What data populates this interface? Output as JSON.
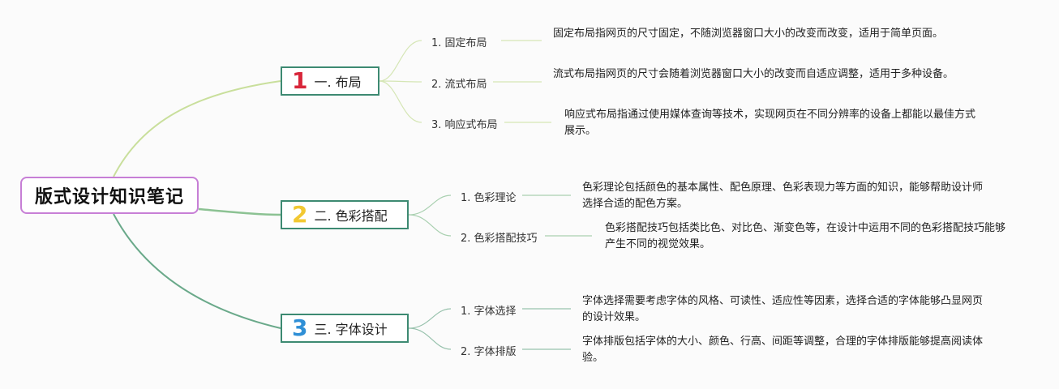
{
  "root": {
    "title": "版式设计知识笔记"
  },
  "branches": [
    {
      "number": "1",
      "number_color": "#d8263a",
      "title": "一. 布局",
      "items": [
        {
          "label": "1. 固定布局",
          "desc": "固定布局指网页的尺寸固定，不随浏览器窗口大小的改变而改变，适用于简单页面。"
        },
        {
          "label": "2. 流式布局",
          "desc": "流式布局指网页的尺寸会随着浏览器窗口大小的改变而自适应调整，适用于多种设备。"
        },
        {
          "label": "3. 响应式布局",
          "desc": "响应式布局指通过使用媒体查询等技术，实现网页在不同分辨率的设备上都能以最佳方式展示。"
        }
      ]
    },
    {
      "number": "2",
      "number_color": "#f2c832",
      "title": "二. 色彩搭配",
      "items": [
        {
          "label": "1. 色彩理论",
          "desc": "色彩理论包括颜色的基本属性、配色原理、色彩表现力等方面的知识，能够帮助设计师选择合适的配色方案。"
        },
        {
          "label": "2. 色彩搭配技巧",
          "desc": "色彩搭配技巧包括类比色、对比色、渐变色等，在设计中运用不同的色彩搭配技巧能够产生不同的视觉效果。"
        }
      ]
    },
    {
      "number": "3",
      "number_color": "#2f8fd6",
      "title": "三. 字体设计",
      "items": [
        {
          "label": "1. 字体选择",
          "desc": "字体选择需要考虑字体的风格、可读性、适应性等因素，选择合适的字体能够凸显网页的设计效果。"
        },
        {
          "label": "2. 字体排版",
          "desc": "字体排版包括字体的大小、颜色、行高、间距等调整，合理的字体排版能够提高阅读体验。"
        }
      ]
    }
  ]
}
